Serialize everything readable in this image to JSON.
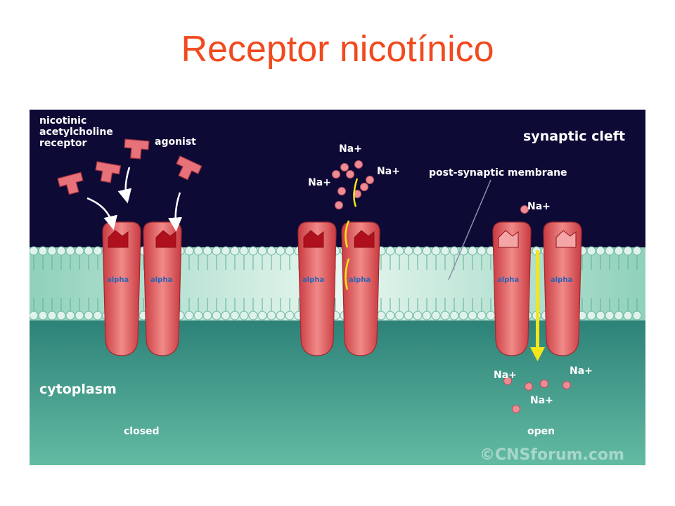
{
  "slide": {
    "title": "Receptor nicotínico"
  },
  "figure": {
    "labels": {
      "receptor": [
        "nicotinic",
        "acetylcholine",
        "receptor"
      ],
      "agonist": "agonist",
      "synaptic_cleft": "synaptic cleft",
      "membrane": "post-synaptic membrane",
      "cytoplasm": "cytoplasm",
      "closed": "closed",
      "open": "open",
      "subunit": "alpha",
      "ion": "Na+",
      "copyright": "©CNSforum.com"
    },
    "colors": {
      "cleft": "#0d0a36",
      "membrane": "#9ed8c2",
      "cytoplasm": "#3f9b8c",
      "receptor": "#e0585a",
      "binding_site": "#b0101c",
      "agonist": "#e8727a",
      "arrow": "#f4e61a",
      "ion": "#ec8c95"
    }
  }
}
